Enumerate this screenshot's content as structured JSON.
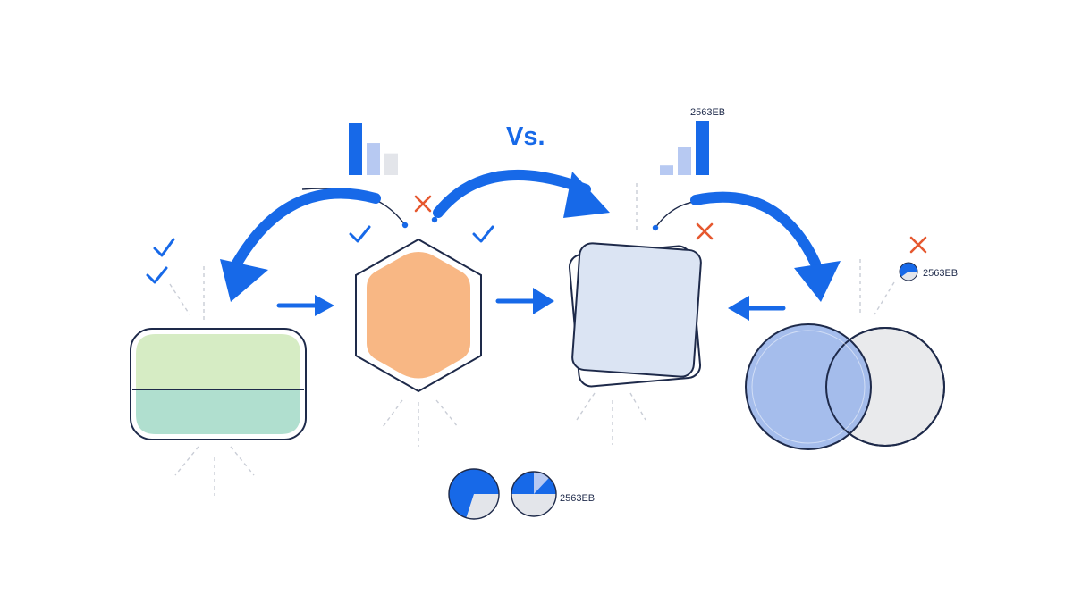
{
  "labels": {
    "vs": "Vs.",
    "top_code": "2563EB",
    "right_code": "2563EB",
    "bottom_code": "2563EB"
  },
  "icons": {
    "check": "check-icon",
    "cross": "cross-icon",
    "bar": "bar-chart-icon",
    "pie": "pie-chart-icon",
    "arrow": "arrow-icon"
  },
  "colors": {
    "blue": "#1769e8",
    "light_blue": "#b7c9f2",
    "pale_blue": "#dbe4f3",
    "grey": "#e3e5ea",
    "orange": "#f8b784",
    "green_top": "#d6ecc4",
    "green_bottom": "#b0dfcf",
    "outline": "#1e2a4a",
    "cross": "#e6582f",
    "circle_blue": "#9db7ea",
    "circle_grey": "#e9eaec"
  },
  "bar_charts": [
    {
      "values": [
        1.0,
        0.62,
        0.42
      ]
    },
    {
      "values": [
        0.18,
        0.52,
        1.0
      ]
    }
  ],
  "pies": [
    {
      "fraction": 0.7
    },
    {
      "fraction": 0.5,
      "accent": 0.12
    },
    {
      "fraction": 0.6
    }
  ]
}
